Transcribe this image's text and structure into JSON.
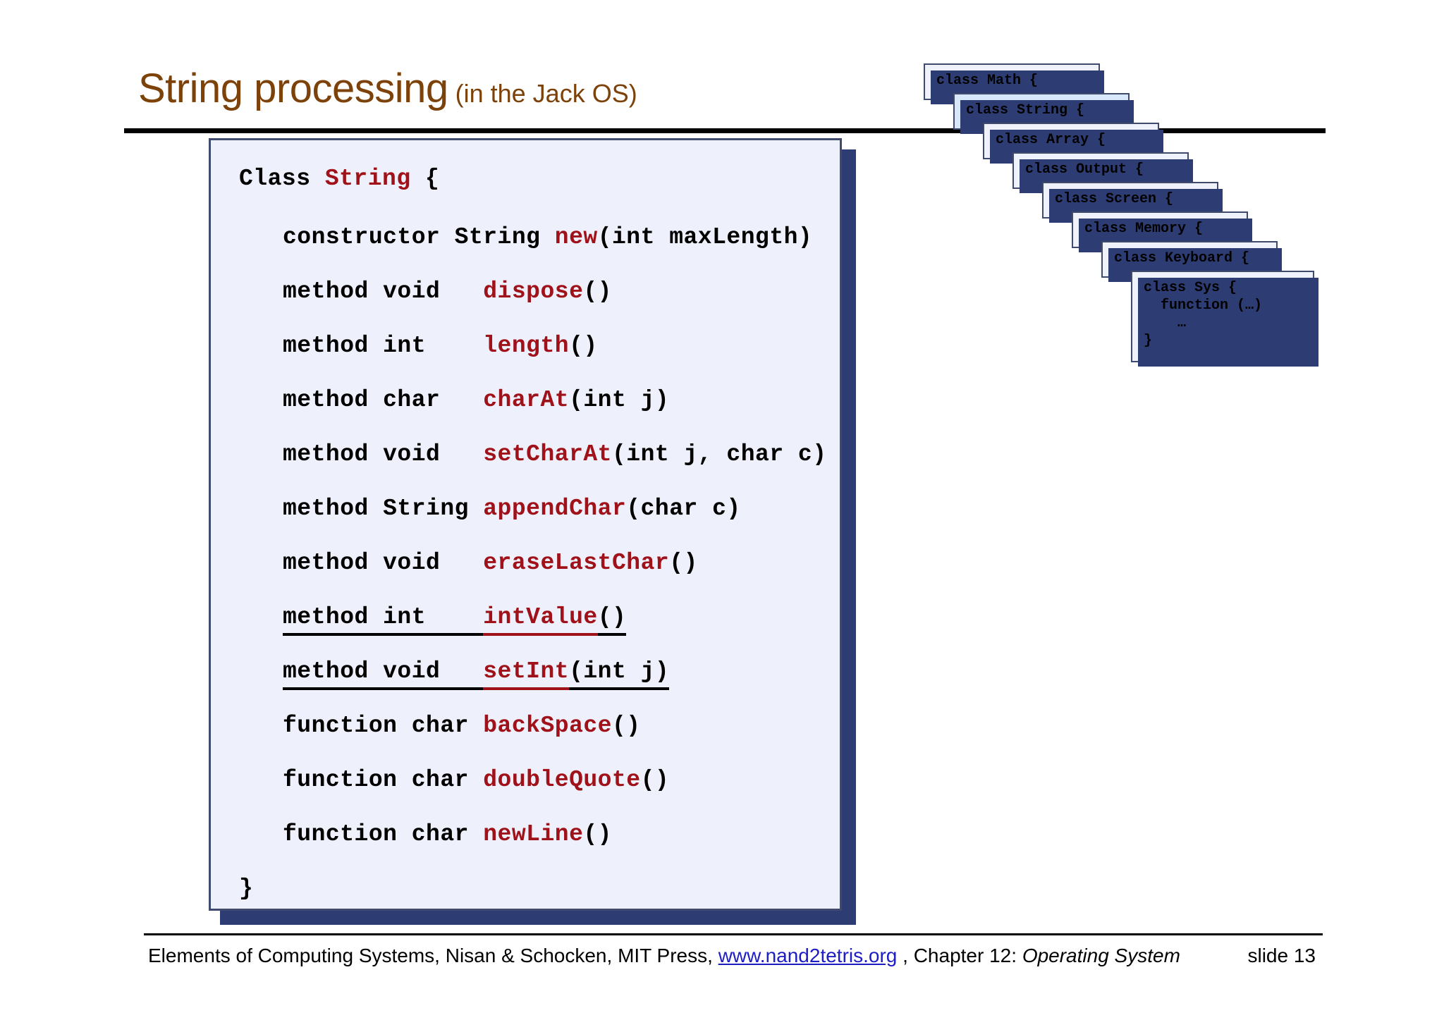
{
  "slide": {
    "title_main": "String processing",
    "title_sub": "(in the Jack OS)"
  },
  "code_panel": {
    "class_header": {
      "kw": "Class ",
      "name": "String",
      "sig": " {"
    },
    "class_footer": "}",
    "rows": [
      {
        "kw": "constructor String ",
        "name": "new",
        "sig": "(int maxLength)",
        "underlined": false
      },
      {
        "kw": "method void   ",
        "name": "dispose",
        "sig": "()",
        "underlined": false
      },
      {
        "kw": "method int    ",
        "name": "length",
        "sig": "()",
        "underlined": false
      },
      {
        "kw": "method char   ",
        "name": "charAt",
        "sig": "(int j)",
        "underlined": false
      },
      {
        "kw": "method void   ",
        "name": "setCharAt",
        "sig": "(int j, char c)",
        "underlined": false
      },
      {
        "kw": "method String ",
        "name": "appendChar",
        "sig": "(char c)",
        "underlined": false
      },
      {
        "kw": "method void   ",
        "name": "eraseLastChar",
        "sig": "()",
        "underlined": false
      },
      {
        "kw": "method int    ",
        "name": "intValue",
        "sig": "()",
        "underlined": true
      },
      {
        "kw": "method void   ",
        "name": "setInt",
        "sig": "(int j)",
        "underlined": true
      },
      {
        "kw": "function char ",
        "name": "backSpace",
        "sig": "()",
        "underlined": false
      },
      {
        "kw": "function char ",
        "name": "doubleQuote",
        "sig": "()",
        "underlined": false
      },
      {
        "kw": "function char ",
        "name": "newLine",
        "sig": "()",
        "underlined": false
      }
    ]
  },
  "class_stack": {
    "cards": [
      {
        "label": "class Math {",
        "highlight": false
      },
      {
        "label": "class String {",
        "highlight": true
      },
      {
        "label": "class Array {",
        "highlight": false
      },
      {
        "label": "class Output {",
        "highlight": false
      },
      {
        "label": "class Screen {",
        "highlight": false
      },
      {
        "label": "class Memory {",
        "highlight": false
      },
      {
        "label": "class Keyboard {",
        "highlight": false
      },
      {
        "label": "class Sys {\n  function (…)\n    …\n}",
        "highlight": false
      }
    ]
  },
  "footer": {
    "text_before": "Elements of Computing Systems, Nisan & Schocken, MIT Press, ",
    "link": "www.nand2tetris.org",
    "text_middle": " , Chapter 12: ",
    "chapter_title": "Operating System",
    "slide_number": "slide 13"
  },
  "colors": {
    "title": "#7c4209",
    "method_name": "#a01219",
    "panel_bg": "#eef0fb",
    "panel_border": "#3f4a6d",
    "shadow": "#2d3d73",
    "card_highlight": "#d8e7f9",
    "link": "#1d1dc4"
  }
}
